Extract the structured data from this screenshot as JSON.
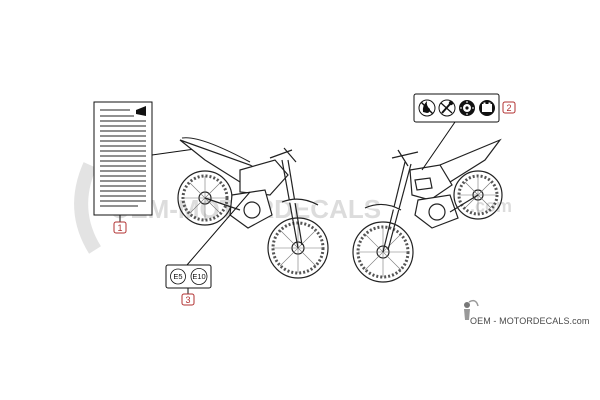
{
  "callouts": [
    {
      "number": "1"
    },
    {
      "number": "2"
    },
    {
      "number": "3"
    }
  ],
  "fuel_label": {
    "options": [
      "E5",
      "E10"
    ]
  },
  "watermark": {
    "main": "OEM-MOTORDECALS",
    "domain": ".com"
  },
  "brand_footer": {
    "text": "OEM - MOTORDECALS.com"
  },
  "warning_icons": [
    {
      "name": "no-smoking-flame-icon"
    },
    {
      "name": "tool-wrench-icon"
    },
    {
      "name": "engine-gear-icon"
    },
    {
      "name": "battery-icon"
    }
  ],
  "colors": {
    "callout_red": "#b23030",
    "line": "#111111",
    "watermark": "#d9d9d9"
  }
}
